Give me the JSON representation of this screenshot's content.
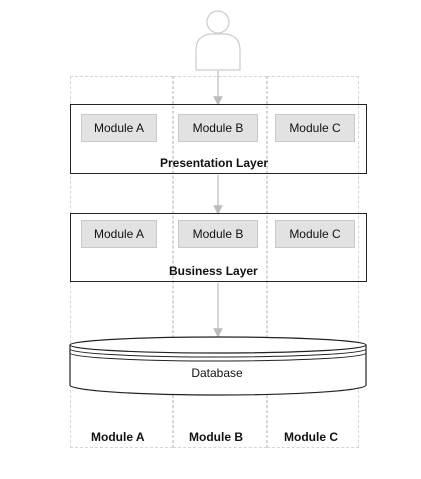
{
  "presentation_layer": {
    "title": "Presentation Layer",
    "modules": [
      "Module A",
      "Module B",
      "Module C"
    ]
  },
  "business_layer": {
    "title": "Business Layer",
    "modules": [
      "Module A",
      "Module B",
      "Module C"
    ]
  },
  "database": {
    "label": "Database"
  },
  "columns": [
    "Module A",
    "Module B",
    "Module C"
  ],
  "colors": {
    "stroke": "#222222",
    "module_fill": "#e2e2e2",
    "arrow": "#bbbbbb",
    "user": "#cccccc"
  }
}
